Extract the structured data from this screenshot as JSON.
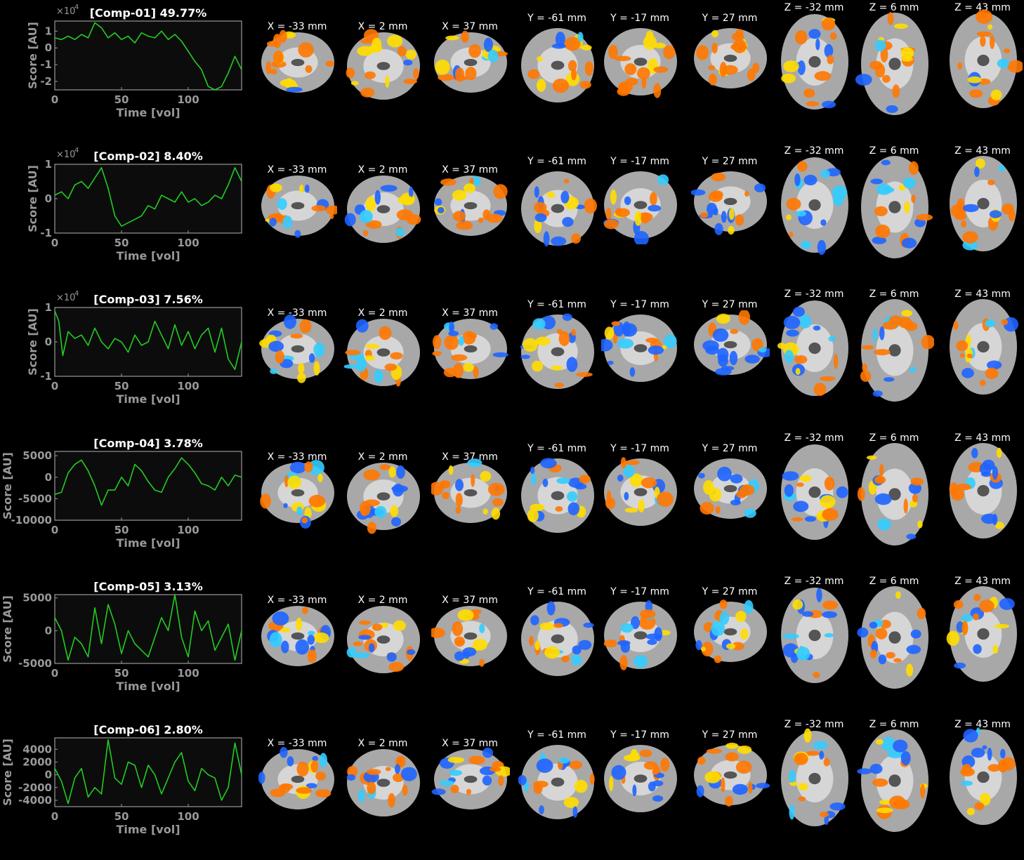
{
  "colors": {
    "background": "#000000",
    "trace": "#22cc22",
    "axis": "#999999",
    "positive": "#ff7700",
    "positive_peak": "#ffdd00",
    "negative": "#1e64ff",
    "negative_peak": "#33ccff"
  },
  "chart_data": [
    {
      "type": "line",
      "title": "[Comp-01] 49.77%",
      "xlabel": "Time [vol]",
      "ylabel": "Score [AU]",
      "exponent": "×10",
      "exponent_power": "4",
      "xlim": [
        0,
        140
      ],
      "ylim": [
        -2.5,
        1.6
      ],
      "xticks": [
        0,
        50,
        100
      ],
      "yticks": [
        -2,
        -1,
        0,
        1
      ],
      "ytick_labels": [
        "-2",
        "-1",
        "0",
        "1"
      ],
      "series": [
        {
          "x": [
            0,
            5,
            10,
            15,
            20,
            25,
            30,
            35,
            40,
            45,
            50,
            55,
            60,
            65,
            70,
            75,
            80,
            85,
            90,
            95,
            100,
            105,
            110,
            115,
            120,
            125,
            130,
            135,
            140
          ],
          "y": [
            0.6,
            0.5,
            0.7,
            0.5,
            0.8,
            0.6,
            1.5,
            1.2,
            0.6,
            0.9,
            0.5,
            0.7,
            0.3,
            0.9,
            0.7,
            0.6,
            1.0,
            0.5,
            0.8,
            0.4,
            -0.2,
            -0.8,
            -1.3,
            -2.3,
            -2.5,
            -2.3,
            -1.5,
            -0.5,
            -1.3
          ]
        }
      ],
      "slices": [
        "X = -33 mm",
        "X = 2 mm",
        "X = 37 mm",
        "Y = -61 mm",
        "Y = -17 mm",
        "Y = 27 mm",
        "Z = -32 mm",
        "Z = 6 mm",
        "Z = 43 mm"
      ]
    },
    {
      "type": "line",
      "title": "[Comp-02] 8.40%",
      "xlabel": "Time [vol]",
      "ylabel": "Score [AU]",
      "exponent": "×10",
      "exponent_power": "4",
      "xlim": [
        0,
        140
      ],
      "ylim": [
        -1.0,
        1.0
      ],
      "xticks": [
        0,
        50,
        100
      ],
      "yticks": [
        -1,
        0,
        1
      ],
      "ytick_labels": [
        "-1",
        "0",
        "1"
      ],
      "series": [
        {
          "x": [
            0,
            5,
            10,
            15,
            20,
            25,
            30,
            35,
            40,
            45,
            50,
            55,
            60,
            65,
            70,
            75,
            80,
            85,
            90,
            95,
            100,
            105,
            110,
            115,
            120,
            125,
            130,
            135,
            140
          ],
          "y": [
            0.1,
            0.2,
            0.0,
            0.4,
            0.5,
            0.3,
            0.6,
            0.9,
            0.3,
            -0.5,
            -0.8,
            -0.7,
            -0.6,
            -0.5,
            -0.2,
            -0.3,
            0.1,
            0.0,
            -0.1,
            0.2,
            -0.1,
            0.0,
            -0.2,
            -0.1,
            0.1,
            0.0,
            0.4,
            0.9,
            0.5
          ]
        }
      ],
      "slices": [
        "X = -33 mm",
        "X = 2 mm",
        "X = 37 mm",
        "Y = -61 mm",
        "Y = -17 mm",
        "Y = 27 mm",
        "Z = -32 mm",
        "Z = 6 mm",
        "Z = 43 mm"
      ]
    },
    {
      "type": "line",
      "title": "[Comp-03] 7.56%",
      "xlabel": "Time [vol]",
      "ylabel": "Score [AU]",
      "exponent": "×10",
      "exponent_power": "4",
      "xlim": [
        0,
        140
      ],
      "ylim": [
        -1.0,
        1.0
      ],
      "xticks": [
        0,
        50,
        100
      ],
      "yticks": [
        -1,
        0,
        1
      ],
      "ytick_labels": [
        "-1",
        "0",
        "1"
      ],
      "series": [
        {
          "x": [
            0,
            3,
            6,
            10,
            15,
            20,
            25,
            30,
            35,
            40,
            45,
            50,
            55,
            60,
            65,
            70,
            75,
            80,
            85,
            90,
            95,
            100,
            105,
            110,
            115,
            120,
            125,
            130,
            135,
            140
          ],
          "y": [
            0.9,
            0.6,
            -0.4,
            0.3,
            0.1,
            0.2,
            -0.1,
            0.4,
            0.0,
            -0.2,
            0.1,
            0.0,
            -0.3,
            0.2,
            -0.1,
            0.0,
            0.6,
            0.2,
            -0.2,
            0.5,
            -0.1,
            0.3,
            -0.2,
            0.2,
            0.4,
            -0.3,
            0.4,
            -0.5,
            -0.8,
            0.0
          ]
        }
      ],
      "slices": [
        "X = -33 mm",
        "X = 2 mm",
        "X = 37 mm",
        "Y = -61 mm",
        "Y = -17 mm",
        "Y = 27 mm",
        "Z = -32 mm",
        "Z = 6 mm",
        "Z = 43 mm"
      ]
    },
    {
      "type": "line",
      "title": "[Comp-04] 3.78%",
      "xlabel": "Time [vol]",
      "ylabel": "Score [AU]",
      "exponent": "",
      "exponent_power": "",
      "xlim": [
        0,
        140
      ],
      "ylim": [
        -10000,
        6000
      ],
      "xticks": [
        0,
        50,
        100
      ],
      "yticks": [
        -10000,
        -5000,
        0,
        5000
      ],
      "ytick_labels": [
        "-10000",
        "-5000",
        "0",
        "5000"
      ],
      "series": [
        {
          "x": [
            0,
            5,
            10,
            15,
            20,
            25,
            30,
            35,
            40,
            45,
            50,
            55,
            60,
            65,
            70,
            75,
            80,
            85,
            90,
            95,
            100,
            105,
            110,
            115,
            120,
            125,
            130,
            135,
            140
          ],
          "y": [
            -4000,
            -3500,
            1000,
            3000,
            4000,
            1500,
            -2000,
            -6500,
            -3000,
            -3000,
            0,
            -2000,
            3000,
            1500,
            -1000,
            -3000,
            -3500,
            0,
            2000,
            4500,
            3000,
            1000,
            -1500,
            -2000,
            -3000,
            0,
            -2000,
            500,
            0
          ]
        }
      ],
      "slices": [
        "X = -33 mm",
        "X = 2 mm",
        "X = 37 mm",
        "Y = -61 mm",
        "Y = -17 mm",
        "Y = 27 mm",
        "Z = -32 mm",
        "Z = 6 mm",
        "Z = 43 mm"
      ]
    },
    {
      "type": "line",
      "title": "[Comp-05] 3.13%",
      "xlabel": "Time [vol]",
      "ylabel": "Score [AU]",
      "exponent": "",
      "exponent_power": "",
      "xlim": [
        0,
        140
      ],
      "ylim": [
        -5000,
        5500
      ],
      "xticks": [
        0,
        50,
        100
      ],
      "yticks": [
        -5000,
        0,
        5000
      ],
      "ytick_labels": [
        "-5000",
        "0",
        "5000"
      ],
      "series": [
        {
          "x": [
            0,
            5,
            10,
            15,
            20,
            25,
            30,
            35,
            40,
            45,
            50,
            55,
            60,
            65,
            70,
            75,
            80,
            85,
            90,
            95,
            100,
            105,
            110,
            115,
            120,
            125,
            130,
            135,
            140
          ],
          "y": [
            2000,
            0,
            -4500,
            -1000,
            -2000,
            -4000,
            3500,
            -2000,
            4000,
            1000,
            -3500,
            0,
            -2000,
            -3000,
            -4000,
            -1000,
            2000,
            0,
            5500,
            -1000,
            -4000,
            3000,
            0,
            1500,
            -3000,
            -1000,
            1000,
            -4500,
            0
          ]
        }
      ],
      "slices": [
        "X = -33 mm",
        "X = 2 mm",
        "X = 37 mm",
        "Y = -61 mm",
        "Y = -17 mm",
        "Y = 27 mm",
        "Z = -32 mm",
        "Z = 6 mm",
        "Z = 43 mm"
      ]
    },
    {
      "type": "line",
      "title": "[Comp-06] 2.80%",
      "xlabel": "Time [vol]",
      "ylabel": "Score [AU]",
      "exponent": "",
      "exponent_power": "",
      "xlim": [
        0,
        140
      ],
      "ylim": [
        -5000,
        5800
      ],
      "xticks": [
        0,
        50,
        100
      ],
      "yticks": [
        -4000,
        -2000,
        0,
        2000,
        4000
      ],
      "ytick_labels": [
        "-4000",
        "-2000",
        "0",
        "2000",
        "4000"
      ],
      "series": [
        {
          "x": [
            0,
            5,
            10,
            15,
            20,
            25,
            30,
            35,
            40,
            45,
            50,
            55,
            60,
            65,
            70,
            75,
            80,
            85,
            90,
            95,
            100,
            105,
            110,
            115,
            120,
            125,
            130,
            135,
            140
          ],
          "y": [
            1000,
            -1000,
            -4500,
            -500,
            1000,
            -3500,
            -2000,
            -3000,
            5500,
            -500,
            -1500,
            2000,
            1500,
            -2000,
            1500,
            0,
            -3000,
            -500,
            2000,
            3500,
            -1000,
            -2500,
            1000,
            0,
            -500,
            -4000,
            -2000,
            5000,
            0
          ]
        }
      ],
      "slices": [
        "X = -33 mm",
        "X = 2 mm",
        "X = 37 mm",
        "Y = -61 mm",
        "Y = -17 mm",
        "Y = 27 mm",
        "Z = -32 mm",
        "Z = 6 mm",
        "Z = 43 mm"
      ]
    }
  ]
}
